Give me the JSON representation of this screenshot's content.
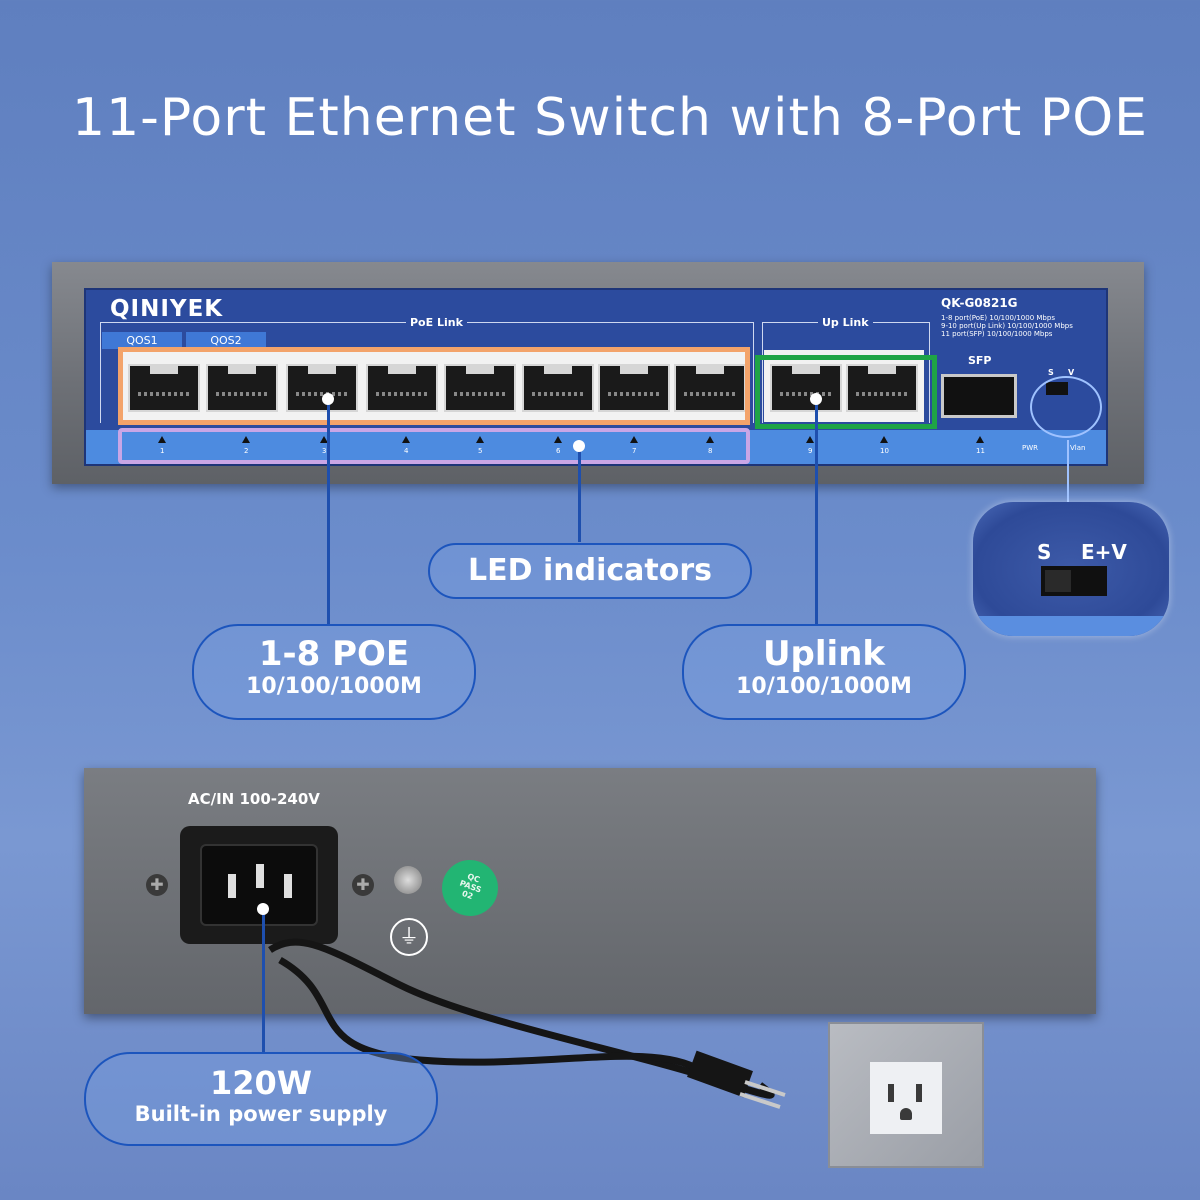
{
  "title": "11-Port Ethernet Switch with 8-Port POE",
  "front": {
    "brand": "QINIYEK",
    "model": "QK-G0821G",
    "specs": "1-8 port(PoE) 10/100/1000 Mbps\n9-10 port(Up Link) 10/100/1000 Mbps\n11 port(SFP) 10/100/1000 Mbps",
    "poe_link_label": "PoE Link",
    "uplink_label": "Up Link",
    "sfp_label": "SFP",
    "qos1": "QOS1",
    "qos2": "QOS2",
    "port_numbers": [
      "1",
      "2",
      "3",
      "4",
      "5",
      "6",
      "7",
      "8",
      "9",
      "10",
      "11"
    ],
    "pwr_label": "PWR",
    "vlan_label": "Vlan",
    "switch_s": "S",
    "switch_v": "V"
  },
  "zoom": {
    "label_s": "S",
    "label_ev": "E+V"
  },
  "callouts": {
    "led": "LED indicators",
    "poe_title": "1-8 POE",
    "poe_speed": "10/100/1000M",
    "uplink_title": "Uplink",
    "uplink_speed": "10/100/1000M",
    "power_title": "120W",
    "power_desc": "Built-in power supply"
  },
  "rear": {
    "ac_label": "AC/IN 100-240V",
    "qc_text": "QC\nPASS\n02"
  },
  "colors": {
    "poe_highlight": "#f3a36a",
    "led_highlight": "#c9a6e6",
    "uplink_highlight": "#1fa446",
    "panel_blue": "#2c4b9e"
  }
}
